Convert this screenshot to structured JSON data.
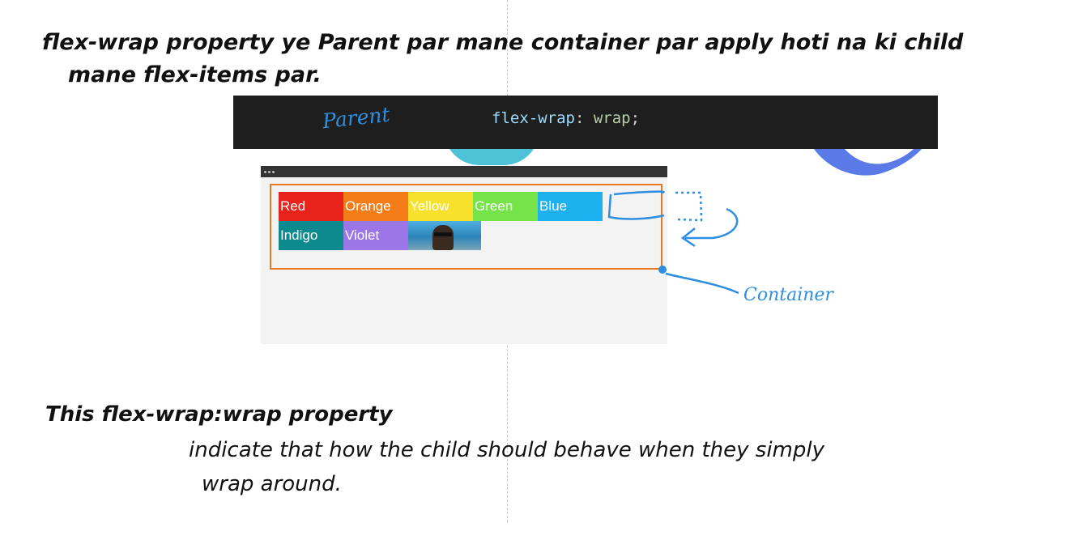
{
  "title": {
    "line1": "flex-wrap property ye Parent par mane container par apply hoti na ki child",
    "line2": "mane flex-items par."
  },
  "code": {
    "property": "flex-wrap",
    "separator": ": ",
    "value": "wrap",
    "end": ";"
  },
  "annotations": {
    "parent": "Parent",
    "container": "Container"
  },
  "demo": {
    "items": [
      {
        "label": "Red",
        "color": "#e8231b"
      },
      {
        "label": "Orange",
        "color": "#f47d1a"
      },
      {
        "label": "Yellow",
        "color": "#f7e12b"
      },
      {
        "label": "Green",
        "color": "#76e448"
      },
      {
        "label": "Blue",
        "color": "#1eb1f0"
      },
      {
        "label": "Indigo",
        "color": "#0d8a8e"
      },
      {
        "label": "Violet",
        "color": "#9c76e6"
      }
    ]
  },
  "body": {
    "heading": "This flex-wrap:wrap property",
    "line1": "indicate that how the child should behave when they simply",
    "line2": "wrap around."
  }
}
